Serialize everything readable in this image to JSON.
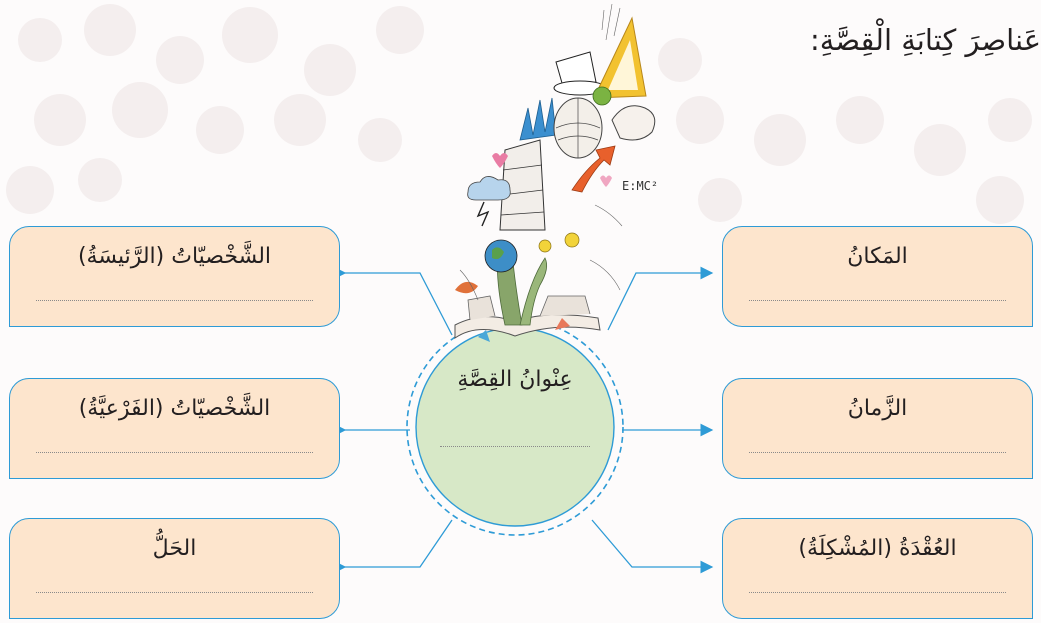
{
  "heading": "عَناصِرَ كِتابَةِ الْقِصَّةِ:",
  "center": {
    "title": "عِنْوانُ القِصَّةِ"
  },
  "left_boxes": [
    {
      "label": "الشَّخْصيّاتُ (الرَّئيسَةُ)"
    },
    {
      "label": "الشَّخْصيّاتُ (الفَرْعيَّةُ)"
    },
    {
      "label": "الحَلُّ"
    }
  ],
  "right_boxes": [
    {
      "label": "المَكانُ"
    },
    {
      "label": "الزَّمانُ"
    },
    {
      "label": "العُقْدَةُ (المُشْكِلَةُ)"
    }
  ],
  "colors": {
    "box_fill": "#fde5cd",
    "box_border": "#2e9bd6",
    "circle_fill": "#d7e8c7",
    "connector": "#2e9bd6"
  }
}
